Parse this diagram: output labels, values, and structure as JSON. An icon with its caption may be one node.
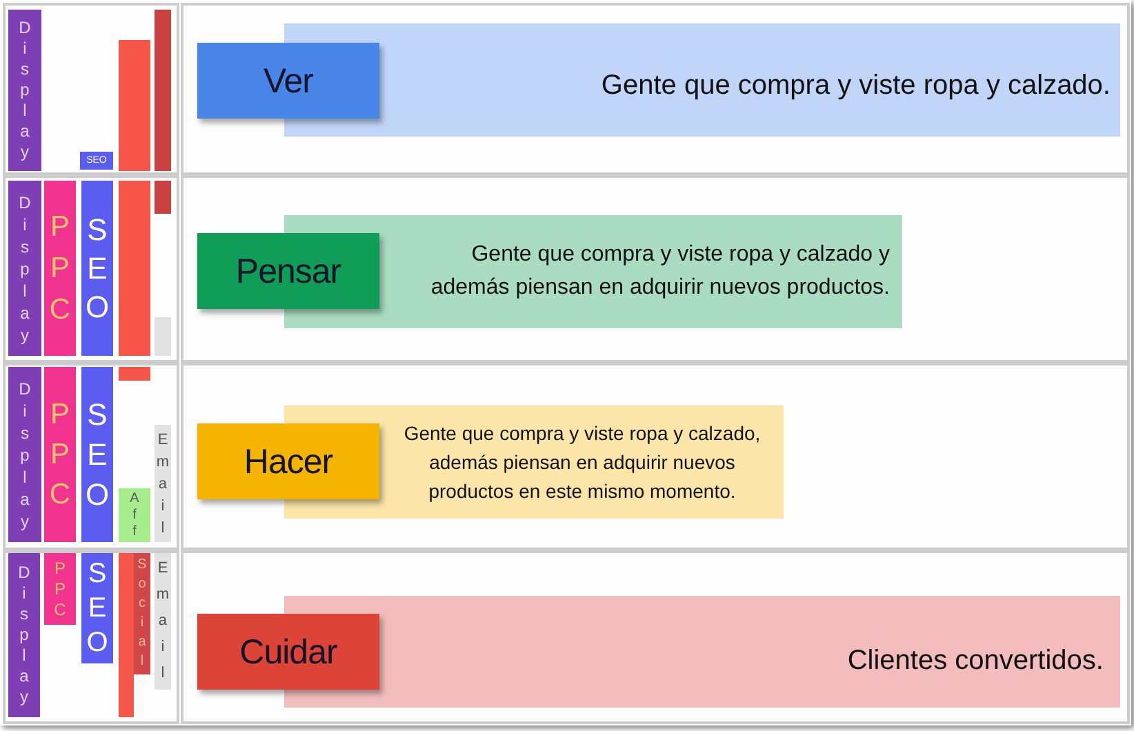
{
  "diagram": {
    "nodes": [
      {
        "text": [
          "Display"
        ]
      },
      {
        "text": [
          "SEO"
        ]
      },
      {
        "text": [],
        "shape": "bar"
      },
      {
        "text": [],
        "shape": "bar"
      },
      {
        "text": [
          "Ver"
        ]
      },
      {
        "text": [
          "Gente que compra y viste ropa y calzado."
        ]
      },
      {
        "text": [
          "Display"
        ]
      },
      {
        "text": [
          "PPC"
        ]
      },
      {
        "text": [
          "SEO"
        ]
      },
      {
        "text": [],
        "shape": "bar"
      },
      {
        "text": [],
        "shape": "bar"
      },
      {
        "text": [],
        "shape": "bar"
      },
      {
        "text": [
          "Pensar"
        ]
      },
      {
        "text": [
          "Gente que compra y viste ropa y calzado y además piensan en adquirir nuevos productos."
        ]
      },
      {
        "text": [
          "Display"
        ]
      },
      {
        "text": [
          "PPC"
        ]
      },
      {
        "text": [
          "SEO"
        ]
      },
      {
        "text": [],
        "shape": "bar"
      },
      {
        "text": [
          "Aff"
        ]
      },
      {
        "text": [
          "Email"
        ]
      },
      {
        "text": [
          "Hacer"
        ]
      },
      {
        "text": [
          "Gente que compra y viste ropa y calzado, además piensan en adquirir nuevos productos en este mismo momento."
        ]
      },
      {
        "text": [
          "Display"
        ]
      },
      {
        "text": [
          "PPC"
        ]
      },
      {
        "text": [
          "SEO"
        ]
      },
      {
        "text": [],
        "shape": "bar"
      },
      {
        "text": [
          "Social"
        ]
      },
      {
        "text": [
          "Email"
        ]
      },
      {
        "text": [
          "Cuidar"
        ]
      },
      {
        "text": [
          "Clientes convertidos."
        ]
      }
    ]
  }
}
